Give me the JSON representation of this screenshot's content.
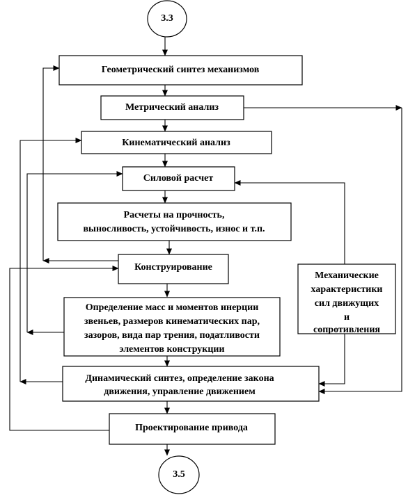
{
  "start_node": {
    "label": "3.3"
  },
  "end_node": {
    "label": "3.5"
  },
  "blocks": {
    "geometric_synthesis": {
      "label": "Геометрический синтез механизмов"
    },
    "metric_analysis": {
      "label": "Метрический анализ"
    },
    "kinematic_analysis": {
      "label": "Кинематический анализ"
    },
    "force_calculation": {
      "label": "Силовой расчет"
    },
    "strength_calculations": {
      "line1": "Расчеты на прочность,",
      "line2": "выносливость, устойчивость, износ и т.п."
    },
    "design": {
      "label": "Конструирование"
    },
    "mechanical_characteristics": {
      "line1": "Механические",
      "line2": "характеристики",
      "line3": "сил движущих",
      "line4": "и",
      "line5": "сопротивления"
    },
    "mass_determination": {
      "line1": "Определение масс и моментов инерции",
      "line2": "звеньев, размеров кинематических пар,",
      "line3": "зазоров, вида пар трения, податливости",
      "line4": "элементов конструкции"
    },
    "dynamic_synthesis": {
      "line1": "Динамический синтез, определение закона",
      "line2": "движения, управление движением"
    },
    "drive_design": {
      "label": "Проектирование привода"
    }
  }
}
